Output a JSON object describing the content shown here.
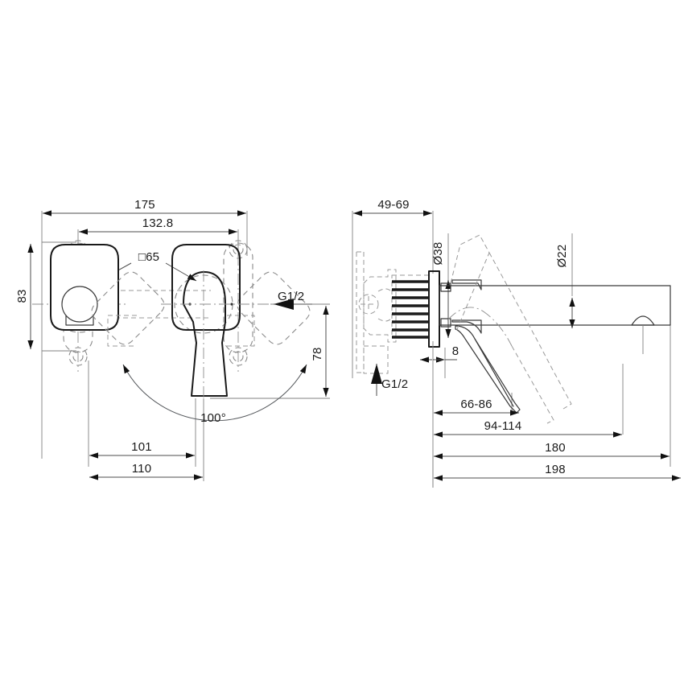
{
  "drawing": {
    "title": "Wall-mounted basin mixer — dimensional drawing",
    "background_color": "#ffffff",
    "line_color": "#1a1a1a",
    "dimension_color": "#4d4d4d",
    "hidden_line_color": "#8a8a8a"
  },
  "views": {
    "front": {
      "name": "front-view",
      "label": ""
    },
    "side": {
      "name": "side-view",
      "label": ""
    }
  },
  "dimensions": {
    "front": {
      "overall_width": "175",
      "mounting_centers": "132.8",
      "plate_size": "□65",
      "plate_height": "83",
      "inlet_thread_top": "G1/2",
      "height_to_spout_axis": "78",
      "lever_swivel_angle": "100°",
      "lever_clearance_left": "101",
      "lever_clearance_total": "110"
    },
    "side": {
      "wall_depth_range": "49-69",
      "escutcheon_diameter": "Ø38",
      "spout_diameter": "Ø22",
      "plate_thickness": "8",
      "inlet_thread_bottom": "G1/2",
      "lever_reach_range": "66-86",
      "lever_tip_range": "94-114",
      "spout_projection": "180",
      "overall_projection": "198"
    }
  },
  "labels": [
    {
      "id": "dim-175",
      "text": "175",
      "view": "front"
    },
    {
      "id": "dim-132-8",
      "text": "132.8",
      "view": "front"
    },
    {
      "id": "dim-sq65",
      "text": "□65",
      "view": "front"
    },
    {
      "id": "dim-83",
      "text": "83",
      "view": "front"
    },
    {
      "id": "dim-g12-front",
      "text": "G1/2",
      "view": "front"
    },
    {
      "id": "dim-78",
      "text": "78",
      "view": "front"
    },
    {
      "id": "dim-100deg",
      "text": "100°",
      "view": "front"
    },
    {
      "id": "dim-101",
      "text": "101",
      "view": "front"
    },
    {
      "id": "dim-110",
      "text": "110",
      "view": "front"
    },
    {
      "id": "dim-49-69",
      "text": "49-69",
      "view": "side"
    },
    {
      "id": "dim-d38",
      "text": "Ø38",
      "view": "side"
    },
    {
      "id": "dim-d22",
      "text": "Ø22",
      "view": "side"
    },
    {
      "id": "dim-8",
      "text": "8",
      "view": "side"
    },
    {
      "id": "dim-g12-side",
      "text": "G1/2",
      "view": "side"
    },
    {
      "id": "dim-66-86",
      "text": "66-86",
      "view": "side"
    },
    {
      "id": "dim-94-114",
      "text": "94-114",
      "view": "side"
    },
    {
      "id": "dim-180",
      "text": "180",
      "view": "side"
    },
    {
      "id": "dim-198",
      "text": "198",
      "view": "side"
    }
  ]
}
